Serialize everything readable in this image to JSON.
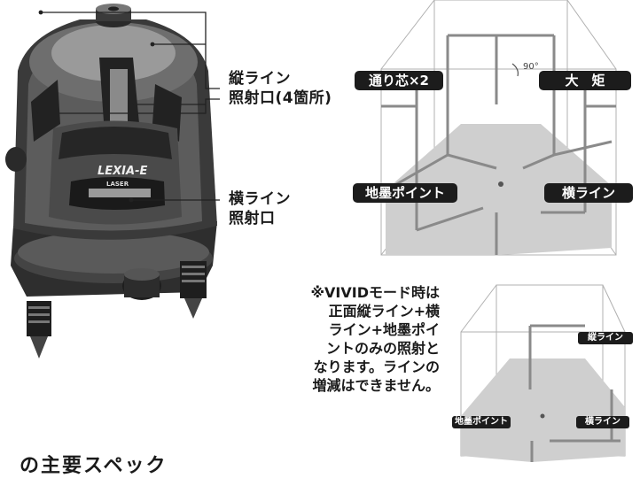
{
  "device": {
    "brand_small": "LASER",
    "brand_logo": "LEXIA-E"
  },
  "callouts": {
    "vertical_line_emitters": [
      "縦ライン",
      "照射口(4箇所)"
    ],
    "horizontal_line_emitter": [
      "横ライン",
      "照射口"
    ]
  },
  "diagram_main": {
    "angle_label": "90°",
    "labels": {
      "two_cores": "通り芯×2",
      "large_square": "大　矩",
      "plumb_point": "地墨ポイント",
      "horizontal_line": "横ライン"
    }
  },
  "vivid_note": {
    "lines": [
      "※VIVIDモード時は",
      "正面縦ライン+横",
      "ライン+地墨ポイ",
      "ントのみの照射と",
      "なります。ラインの",
      "増減はできません。"
    ]
  },
  "diagram_small": {
    "labels": {
      "vertical_line": "縦ライン",
      "plumb_point": "地墨ポイント",
      "horizontal_line": "横ライン"
    }
  },
  "footer_fragment": "の主要スペック",
  "colors": {
    "pill_bg": "#1c1c1c",
    "laser_line": "#8a8a8a",
    "floor": "#c9c9c9",
    "device_body": "#3a3a3a"
  }
}
